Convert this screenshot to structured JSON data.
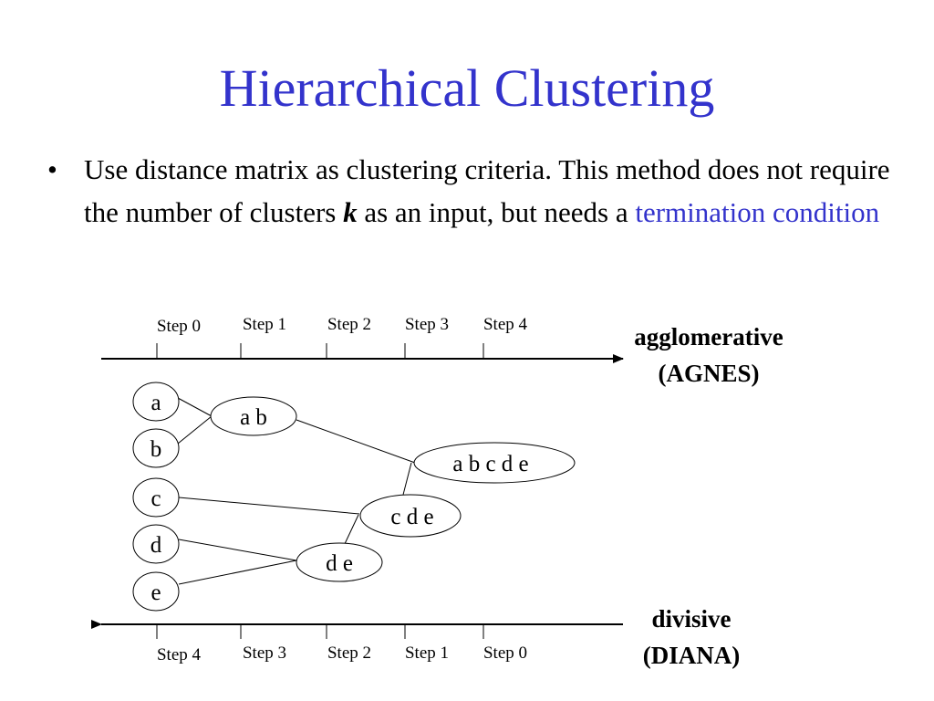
{
  "slide": {
    "title": "Hierarchical Clustering",
    "bullet": {
      "mark": "•",
      "text_1": "Use distance matrix as clustering criteria.  This method does not require the number of clusters ",
      "variable": "k",
      "text_2": " as an input, but needs a ",
      "highlight": "termination condition"
    }
  },
  "diagram": {
    "top_axis": {
      "steps": [
        "Step 0",
        "Step 1",
        "Step 2",
        "Step 3",
        "Step 4"
      ],
      "label_line1": "agglomerative",
      "label_line2": "(AGNES)"
    },
    "bottom_axis": {
      "steps": [
        "Step 4",
        "Step 3",
        "Step 2",
        "Step 1",
        "Step 0"
      ],
      "label_line1": "divisive",
      "label_line2": "(DIANA)"
    },
    "nodes": {
      "a": "a",
      "b": "b",
      "c": "c",
      "d": "d",
      "e": "e",
      "ab": "a b",
      "de": "d e",
      "cde": "c d e",
      "abcde": "a b c d e"
    }
  }
}
